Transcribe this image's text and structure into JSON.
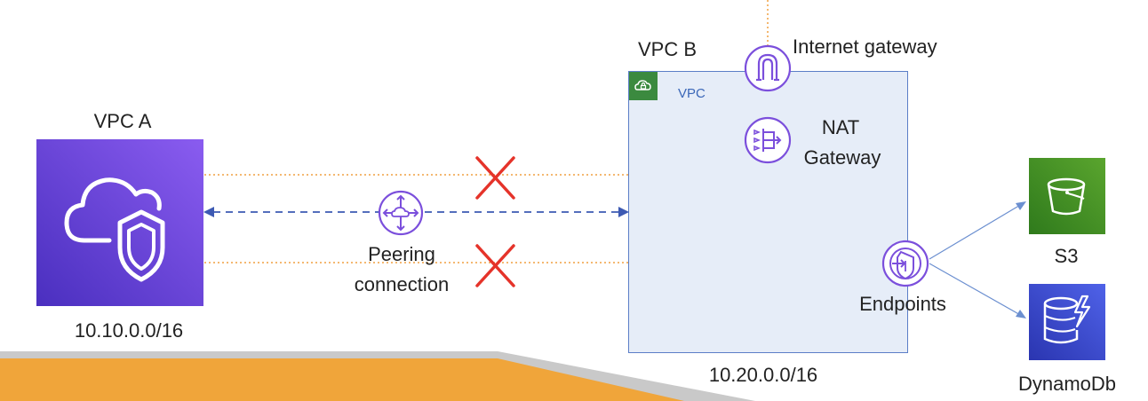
{
  "vpc_a": {
    "title": "VPC A",
    "cidr": "10.10.0.0/16"
  },
  "vpc_b": {
    "title": "VPC B",
    "tag": "VPC",
    "cidr": "10.20.0.0/16"
  },
  "peering": {
    "label_line1": "Peering",
    "label_line2": "connection"
  },
  "internet_gateway": {
    "label": "Internet gateway"
  },
  "nat_gateway": {
    "label_line1": "NAT",
    "label_line2": "Gateway"
  },
  "endpoints": {
    "label": "Endpoints"
  },
  "s3": {
    "label": "S3"
  },
  "dynamodb": {
    "label": "DynamoDb"
  },
  "colors": {
    "vpc_a_gradient_top": "#8a5cf0",
    "vpc_a_gradient_bottom": "#4a2fbf",
    "vpc_b_fill": "#e6edf8",
    "vpc_b_border": "#5b7ec7",
    "s3_green": "#3f8624",
    "dynamodb_blue": "#3b48cc",
    "icon_purple": "#7b4fdc",
    "route_dashed_orange": "#f0a040",
    "peering_dashed_blue": "#3d5ab3",
    "blocked_red": "#e5332a",
    "footer_orange": "#f0a53a",
    "footer_grey": "#c8c8c8"
  }
}
